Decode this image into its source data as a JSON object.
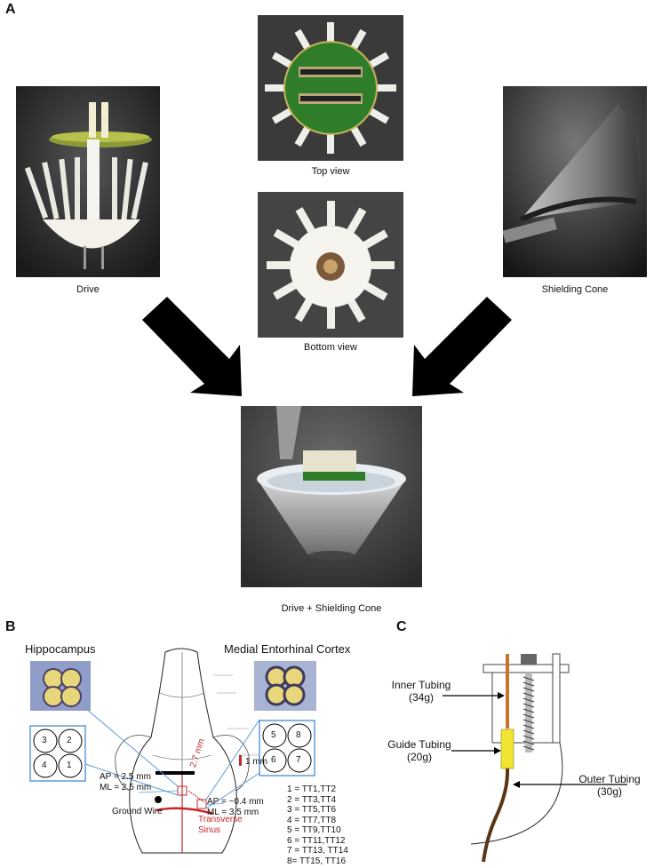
{
  "panelA": {
    "letter": "A",
    "captions": {
      "drive": "Drive",
      "top": "Top view",
      "bottom": "Bottom view",
      "cone": "Shielding Cone",
      "combined": "Drive + Shielding Cone"
    }
  },
  "panelB": {
    "letter": "B",
    "hippocampus": {
      "title": "Hippocampus",
      "numbers": [
        "3",
        "2",
        "4",
        "1"
      ],
      "ap": "AP = 2.5 mm",
      "ml": "ML = 2.5 mm"
    },
    "mec": {
      "title": "Medial Entorhinal Cortex",
      "numbers": [
        "5",
        "8",
        "6",
        "7"
      ],
      "ap": "AP = ~0.4 mm",
      "ml": "ML = 3.5 mm"
    },
    "distance": "2.7 mm",
    "scale": "1 mm",
    "sinus": [
      "Transverse",
      "Sinus"
    ],
    "ground": "Ground Wire",
    "legend": [
      "1 = TT1,TT2",
      "2 = TT3,TT4",
      "3 = TT5,TT6",
      "4 = TT7,TT8",
      "5 = TT9,TT10",
      "6 = TT11,TT12",
      "7 = TT13, TT14",
      "8= TT15, TT16"
    ]
  },
  "panelC": {
    "letter": "C",
    "inner": [
      "Inner Tubing",
      "(34g)"
    ],
    "guide": [
      "Guide Tubing",
      "(20g)"
    ],
    "outer": [
      "Outer Tubing",
      "(30g)"
    ]
  },
  "colors": {
    "red": "#c62828",
    "blue": "#5b9bd5",
    "yellow": "#f2e531",
    "copper": "#c8722a",
    "brown": "#5a3516"
  }
}
